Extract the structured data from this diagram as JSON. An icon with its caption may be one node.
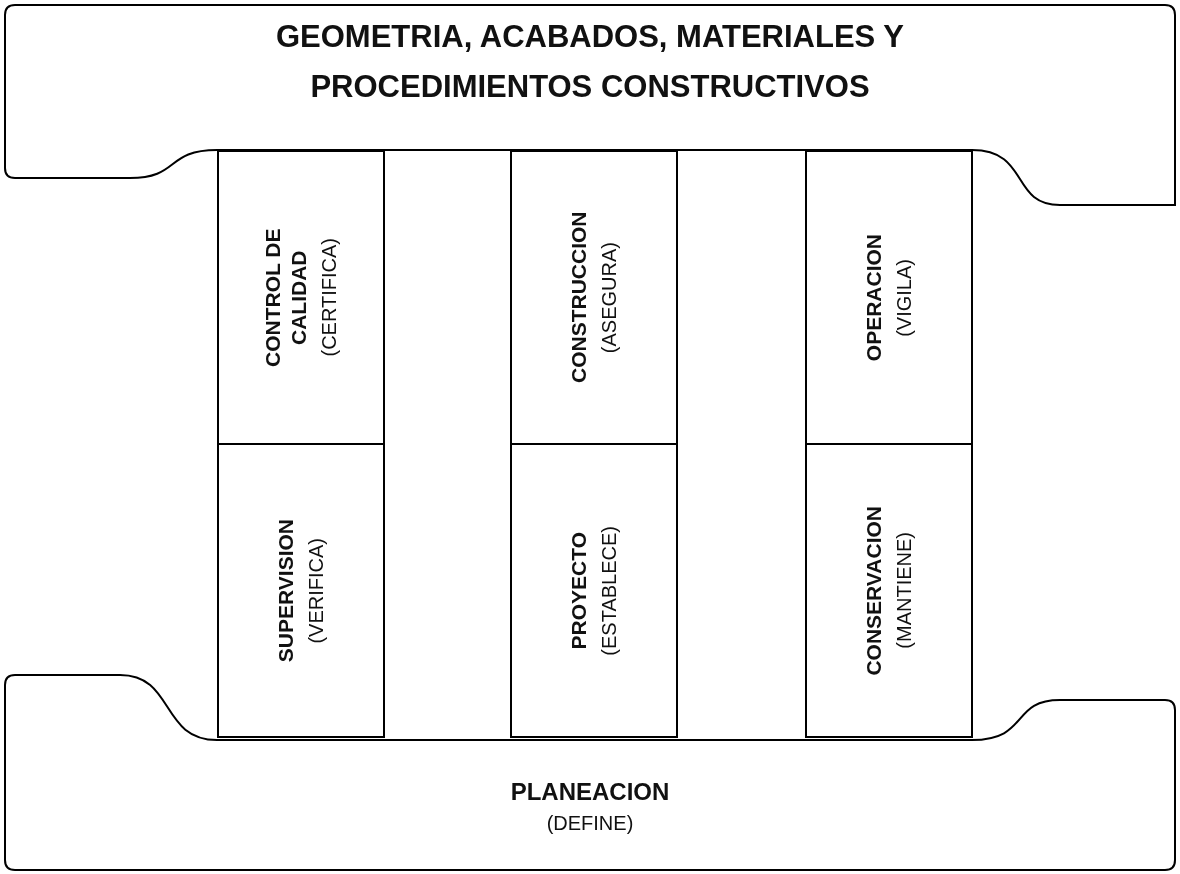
{
  "diagram": {
    "nodes": [
      {
        "text": [
          "GEOMETRIA, ACABADOS, MATERIALES Y PROCEDIMIENTOS CONSTRUCTIVOS"
        ]
      },
      {
        "text": [
          "CONTROL DE CALIDAD",
          "(CERTIFICA)"
        ]
      },
      {
        "text": [
          "SUPERVISION",
          "(VERIFICA)"
        ]
      },
      {
        "text": [
          "CONSTRUCCION",
          "(ASEGURA)"
        ]
      },
      {
        "text": [
          "PROYECTO",
          "(ESTABLECE)"
        ]
      },
      {
        "text": [
          "OPERACION",
          "(VIGILA)"
        ]
      },
      {
        "text": [
          "CONSERVACION",
          "(MANTIENE)"
        ]
      },
      {
        "text": [
          "PLANEACION",
          "(DEFINE)"
        ]
      }
    ]
  }
}
